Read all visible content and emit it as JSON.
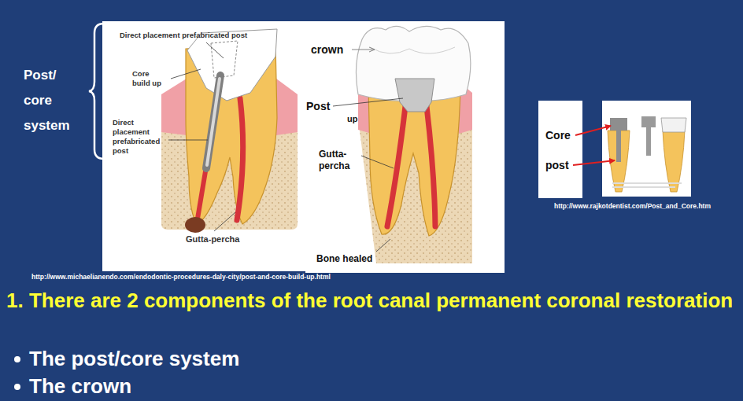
{
  "diagram": {
    "title": "1. There are 2 components of the root canal permanent coronal restoration",
    "labels": [
      "Post/ core system",
      "Direct placement prefabricated post",
      "Core build up",
      "Direct placement prefabricated post",
      "Gutta-percha",
      "crown",
      "Post",
      "up",
      "Gutta-percha",
      "Bone healed",
      "Core",
      "post",
      "http://www.rajkotdentist.com/Post_and_Core.htm",
      "http://www.michaelianendo.com/endodontic-procedures-daly-city/post-and-core-build-up.html",
      "The post/core system",
      "The crown"
    ]
  }
}
